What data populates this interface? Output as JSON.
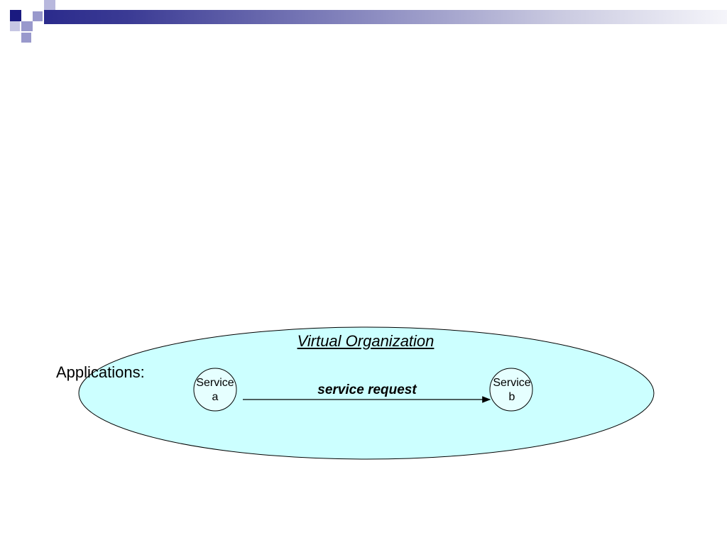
{
  "applications_label": "Applications:",
  "organization": {
    "title": "Virtual Organization",
    "fill_color": "#ccffff"
  },
  "nodes": {
    "a": {
      "line1": "Service",
      "line2": "a"
    },
    "b": {
      "line1": "Service",
      "line2": "b"
    }
  },
  "edge": {
    "label": "service request"
  },
  "theme": {
    "header_gradient_start": "#2b2b8c",
    "header_gradient_end": "#f5f5fa",
    "node_fill": "#e6ffff"
  }
}
